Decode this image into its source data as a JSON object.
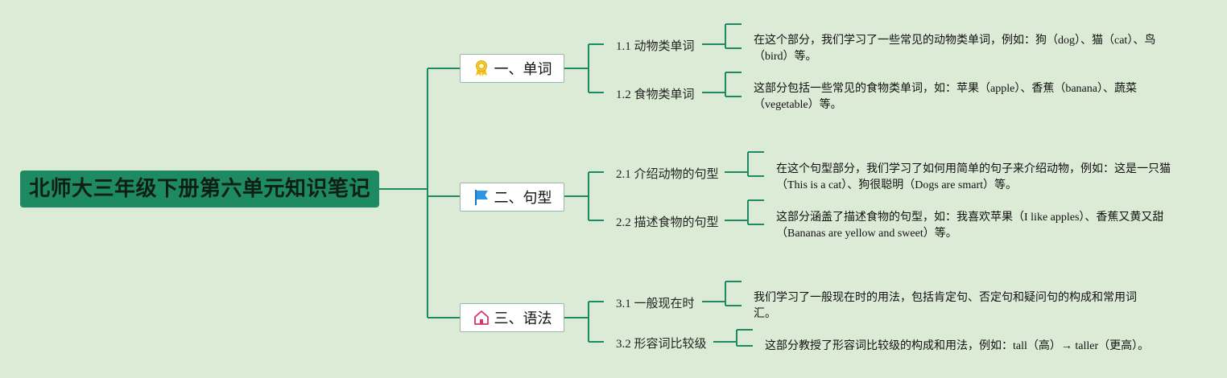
{
  "root": {
    "title": "北师大三年级下册第六单元知识笔记"
  },
  "sections": [
    {
      "label": "一、单词",
      "icon": "award-ribbon-icon",
      "items": [
        {
          "label": "1.1 动物类单词",
          "detail": "在这个部分，我们学习了一些常见的动物类单词，例如：狗（dog）、猫（cat）、鸟（bird）等。"
        },
        {
          "label": "1.2 食物类单词",
          "detail": "这部分包括一些常见的食物类单词，如：苹果（apple）、香蕉（banana）、蔬菜（vegetable）等。"
        }
      ]
    },
    {
      "label": "二、句型",
      "icon": "flag-icon",
      "items": [
        {
          "label": "2.1 介绍动物的句型",
          "detail": "在这个句型部分，我们学习了如何用简单的句子来介绍动物，例如：这是一只猫（This is a cat）、狗很聪明（Dogs are smart）等。"
        },
        {
          "label": "2.2 描述食物的句型",
          "detail": "这部分涵盖了描述食物的句型，如：我喜欢苹果（I like apples）、香蕉又黄又甜（Bananas are yellow and sweet）等。"
        }
      ]
    },
    {
      "label": "三、语法",
      "icon": "house-icon",
      "items": [
        {
          "label": "3.1 一般现在时",
          "detail": "我们学习了一般现在时的用法，包括肯定句、否定句和疑问句的构成和常用词汇。"
        },
        {
          "label": "3.2 形容词比较级",
          "detail": "这部分教授了形容词比较级的构成和用法，例如：tall（高）→ taller（更高）。"
        }
      ]
    }
  ],
  "colors": {
    "background": "#dcebd5",
    "root_fill": "#1d8a63",
    "connector": "#1d8a63"
  }
}
